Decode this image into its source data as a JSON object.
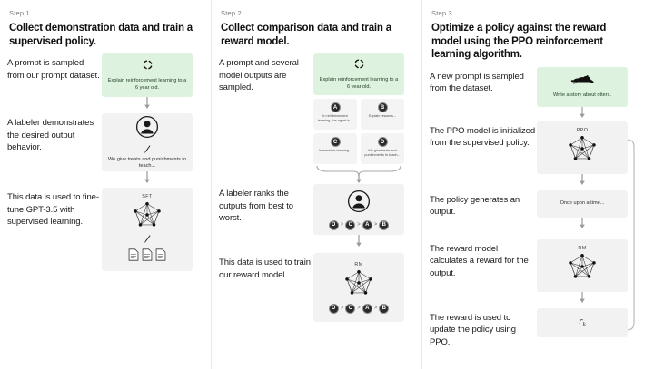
{
  "diagram": {
    "title": "RLHF three-step training diagram",
    "colors": {
      "prompt_box_green": "#ddf3df",
      "model_box_gray": "#f2f2f2",
      "text_dark": "#111111",
      "step_label_gray": "#7a7a7a",
      "divider": "#e8e8e8"
    }
  },
  "steps": [
    {
      "label": "Step 1",
      "title": "Collect demonstration data and train a supervised policy.",
      "rows": [
        {
          "desc": "A prompt is sampled from our prompt dataset.",
          "box": {
            "kind": "prompt",
            "icon": "refresh-circle-icon",
            "caption": "Explain reinforcement learning to a 6 year old."
          }
        },
        {
          "desc": "A labeler demonstrates the desired output behavior.",
          "box": {
            "kind": "labeler",
            "icon": "person-circle-icon",
            "pencil": "pencil-icon",
            "caption": "We give treats and punishments to teach..."
          }
        },
        {
          "desc": "This data is used to fine-tune GPT-3.5 with supervised learning.",
          "box": {
            "kind": "model",
            "model_name": "SFT",
            "icon": "neural-network-icon",
            "pencil": "pencil-icon",
            "docs": 3
          }
        }
      ]
    },
    {
      "label": "Step 2",
      "title": "Collect comparison data and train a reward model.",
      "rows": [
        {
          "desc": "A prompt and several model outputs are sampled.",
          "box": {
            "kind": "prompt",
            "icon": "refresh-circle-icon",
            "caption": "Explain reinforcement learning to a 6 year old."
          },
          "options": [
            {
              "badge": "A",
              "caption": "In reinforcement learning, the agent is..."
            },
            {
              "badge": "B",
              "caption": "Explain rewards..."
            },
            {
              "badge": "C",
              "caption": "In machine learning..."
            },
            {
              "badge": "D",
              "caption": "We give treats and punishments to teach..."
            }
          ]
        },
        {
          "desc": "A labeler ranks the outputs from best to worst.",
          "box": {
            "kind": "labeler-rank",
            "icon": "person-circle-icon",
            "ranking": [
              "D",
              "C",
              "A",
              "B"
            ]
          }
        },
        {
          "desc": "This data is used to train our reward model.",
          "box": {
            "kind": "model-rank",
            "model_name": "RM",
            "icon": "neural-network-icon",
            "ranking": [
              "D",
              "C",
              "A",
              "B"
            ]
          }
        }
      ]
    },
    {
      "label": "Step 3",
      "title": "Optimize a policy against the reward model using the PPO reinforcement learning algorithm.",
      "rows": [
        {
          "desc": "A new prompt is sampled from the dataset.",
          "box": {
            "kind": "prompt",
            "icon": "otter-icon",
            "caption": "Write a story about otters."
          }
        },
        {
          "desc": "The PPO model is initialized from the supervised policy.",
          "box": {
            "kind": "model",
            "model_name": "PPO",
            "icon": "neural-network-icon"
          }
        },
        {
          "desc": "The policy generates an output.",
          "box": {
            "kind": "output",
            "caption": "Once upon a time..."
          }
        },
        {
          "desc": "The reward model calculates a reward for the output.",
          "box": {
            "kind": "model",
            "model_name": "RM",
            "icon": "neural-network-icon"
          }
        },
        {
          "desc": "The reward is used to update the policy using PPO.",
          "box": {
            "kind": "reward",
            "symbol": "r",
            "subscript": "k"
          }
        }
      ]
    }
  ]
}
